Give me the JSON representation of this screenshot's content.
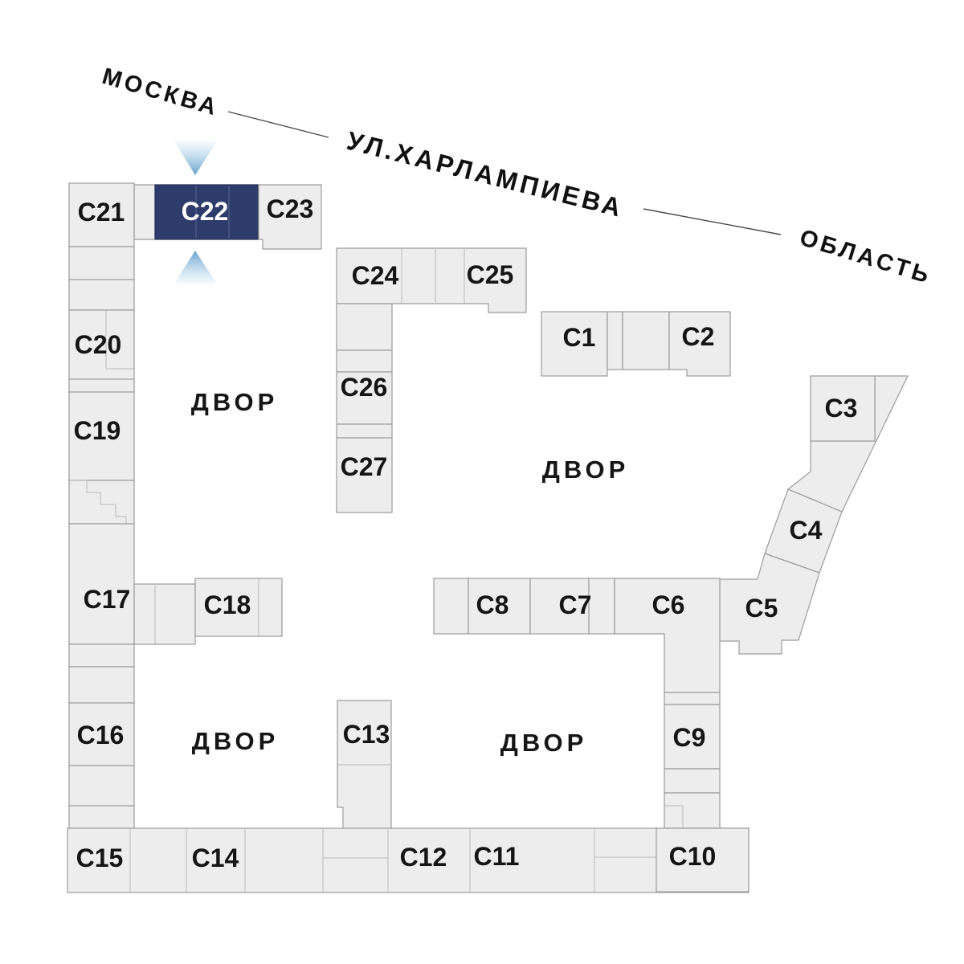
{
  "streets": {
    "moscow_label": "МОСКВА",
    "street_label": "УЛ.ХАРЛАМПИЕВА",
    "oblast_label": "ОБЛАСТЬ"
  },
  "selected_building": "С22",
  "courtyards": [
    "ДВОР",
    "ДВОР",
    "ДВОР",
    "ДВОР"
  ],
  "buildings": [
    "С1",
    "С2",
    "С3",
    "С4",
    "С5",
    "С6",
    "С7",
    "С8",
    "С9",
    "С10",
    "С11",
    "С12",
    "С13",
    "С14",
    "С15",
    "С16",
    "С17",
    "С18",
    "С19",
    "С20",
    "С21",
    "С22",
    "С23",
    "С24",
    "С25",
    "С26",
    "С27"
  ],
  "colors": {
    "block_fill": "#ededed",
    "block_border": "#9b9b9b",
    "selected_fill": "#2d3c6b",
    "selected_text": "#ffffff",
    "label_text": "#151515",
    "arrow_blue": "#6ea9d2"
  }
}
